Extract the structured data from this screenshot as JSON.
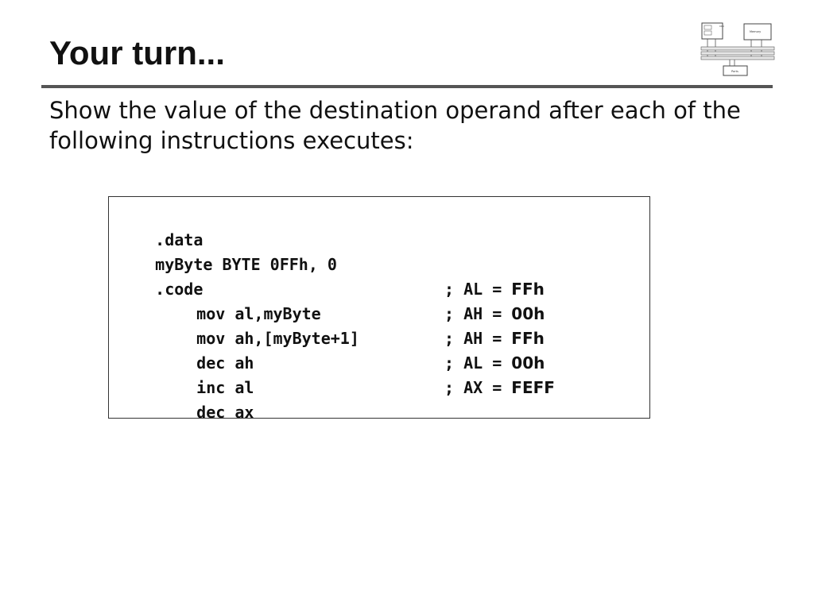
{
  "slide": {
    "title": "Your turn...",
    "instruction": "Show the value of the destination operand after each of the following instructions executes:"
  },
  "code": {
    "lines": [
      {
        "instr": ".data",
        "comment_prefix": "",
        "comment_value": "",
        "indent": false
      },
      {
        "instr": "myByte BYTE 0FFh, 0",
        "comment_prefix": "",
        "comment_value": "",
        "indent": false
      },
      {
        "instr": ".code",
        "comment_prefix": "",
        "comment_value": "",
        "indent": false
      },
      {
        "instr": "mov al,myByte",
        "comment_prefix": "; AL = ",
        "comment_value": "FFh",
        "indent": true
      },
      {
        "instr": "mov ah,[myByte+1]",
        "comment_prefix": "; AH = ",
        "comment_value": "00h",
        "indent": true
      },
      {
        "instr": "dec ah",
        "comment_prefix": "; AH = ",
        "comment_value": "FFh",
        "indent": true
      },
      {
        "instr": "inc al",
        "comment_prefix": "; AL = ",
        "comment_value": "00h",
        "indent": true
      },
      {
        "instr": "dec ax",
        "comment_prefix": "; AX = ",
        "comment_value": "FEFF",
        "indent": true
      }
    ]
  },
  "logo": {
    "icon": "computer-architecture-diagram-icon",
    "labels": {
      "cpu": "CPU",
      "memory": "Memory",
      "ports": "Ports"
    }
  },
  "colors": {
    "text": "#111111",
    "rule": "#555555",
    "box_border": "#333333"
  }
}
